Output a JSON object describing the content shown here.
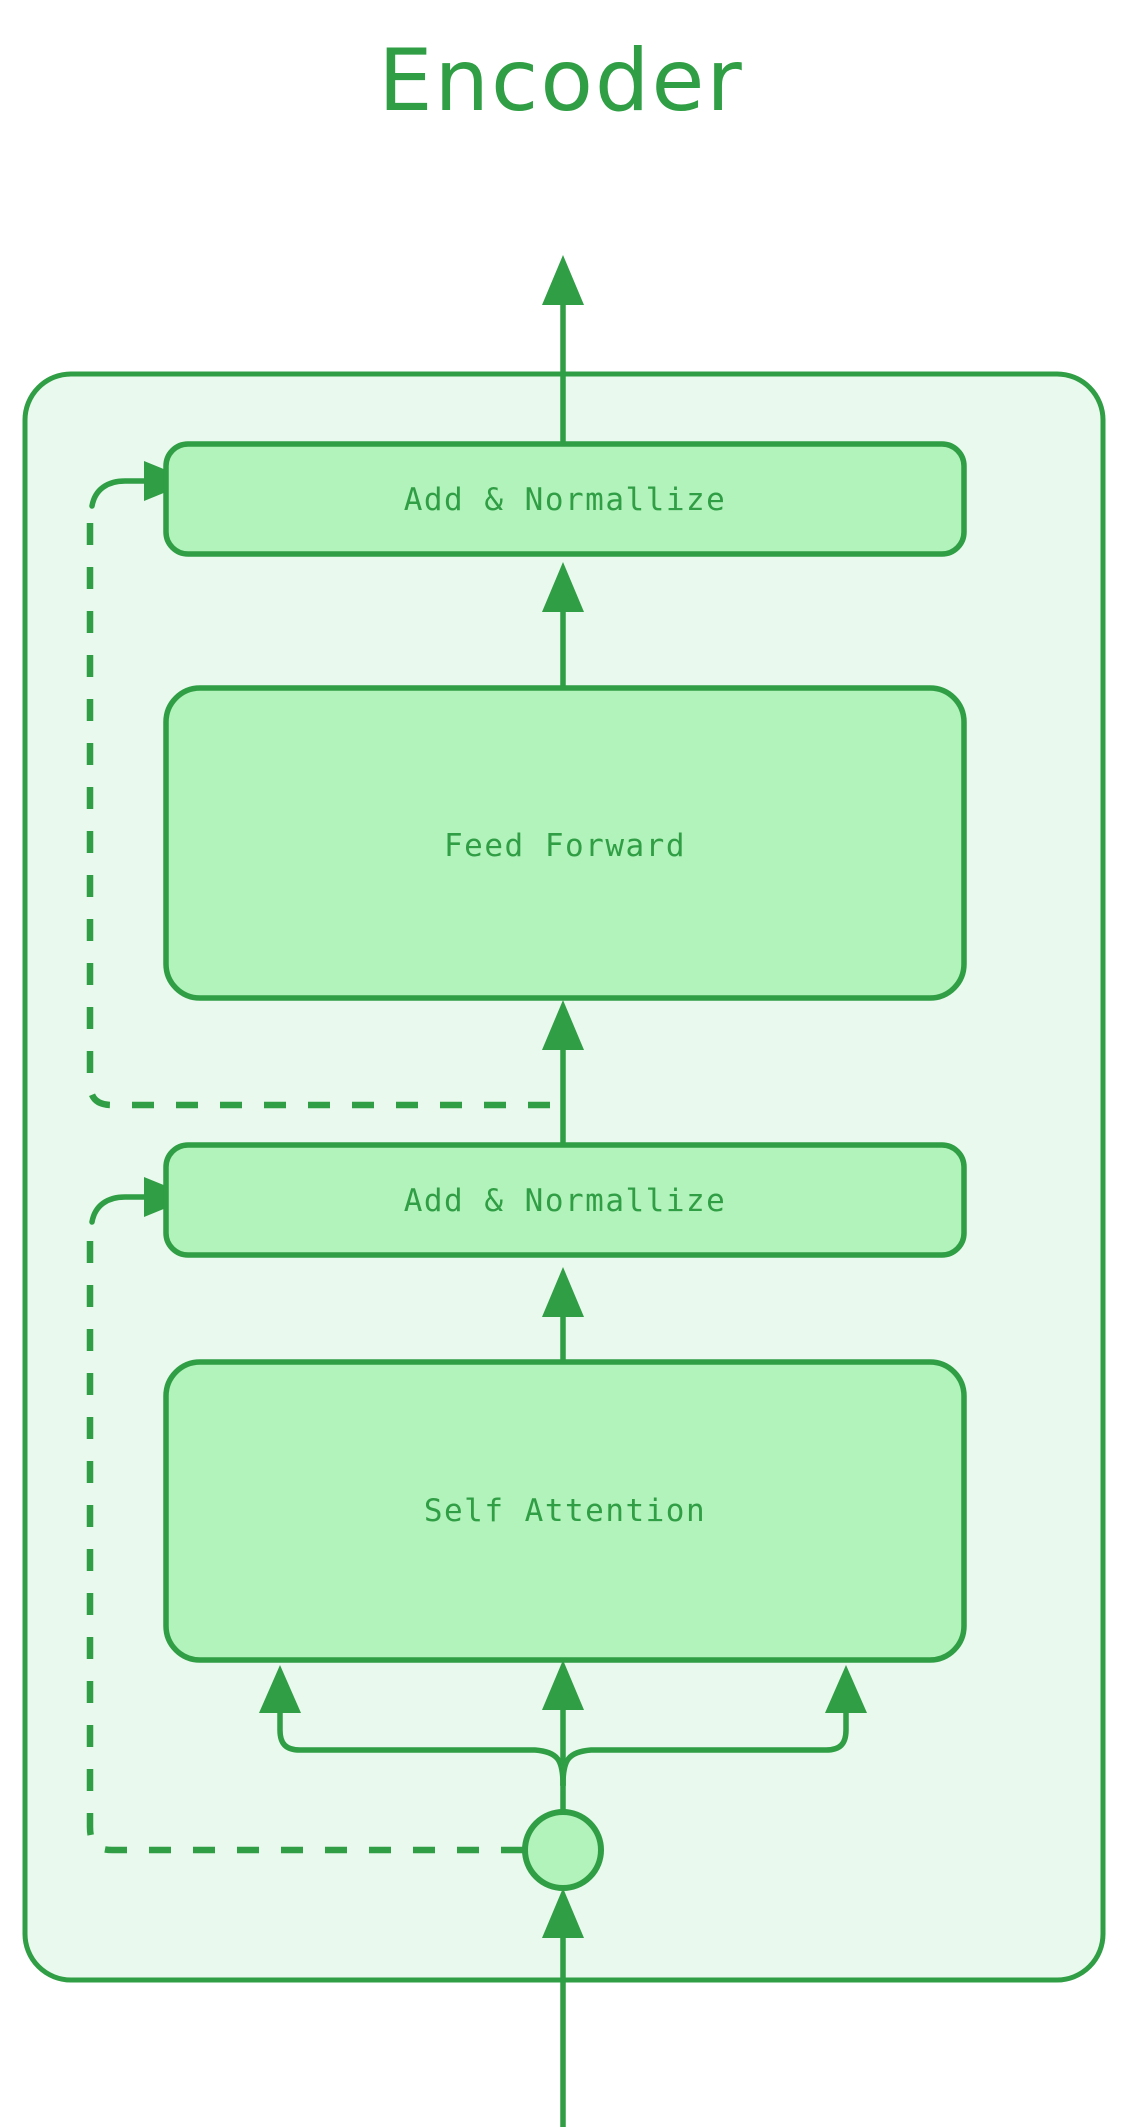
{
  "diagram": {
    "title": "Encoder",
    "type": "flowchart",
    "accent_color": "#2f9e44",
    "node_fill_color": "#b2f2bb",
    "container_fill_color": "#e9f9ed",
    "background_color": "#ffffff",
    "nodes": [
      {
        "id": "add-norm-top",
        "label": "Add & Normallize",
        "shape": "rounded-rect"
      },
      {
        "id": "feed-forward",
        "label": "Feed Forward",
        "shape": "rounded-rect"
      },
      {
        "id": "add-norm-bottom",
        "label": "Add & Normallize",
        "shape": "rounded-rect"
      },
      {
        "id": "self-attention",
        "label": "Self Attention",
        "shape": "rounded-rect"
      },
      {
        "id": "split-node",
        "label": "",
        "shape": "circle"
      }
    ],
    "edges": [
      {
        "from": "input",
        "to": "split-node",
        "style": "solid",
        "arrow": true
      },
      {
        "from": "split-node",
        "to": "self-attention",
        "style": "solid",
        "arrow": true,
        "branches": 3
      },
      {
        "from": "self-attention",
        "to": "add-norm-bottom",
        "style": "solid",
        "arrow": true
      },
      {
        "from": "split-node",
        "to": "add-norm-bottom",
        "style": "dashed",
        "arrow": true
      },
      {
        "from": "add-norm-bottom",
        "to": "feed-forward",
        "style": "solid",
        "arrow": true
      },
      {
        "from": "feed-forward",
        "to": "add-norm-top",
        "style": "solid",
        "arrow": true
      },
      {
        "from": "add-norm-bottom",
        "to": "add-norm-top",
        "style": "dashed",
        "arrow": true
      },
      {
        "from": "add-norm-top",
        "to": "output",
        "style": "solid",
        "arrow": true
      }
    ]
  }
}
